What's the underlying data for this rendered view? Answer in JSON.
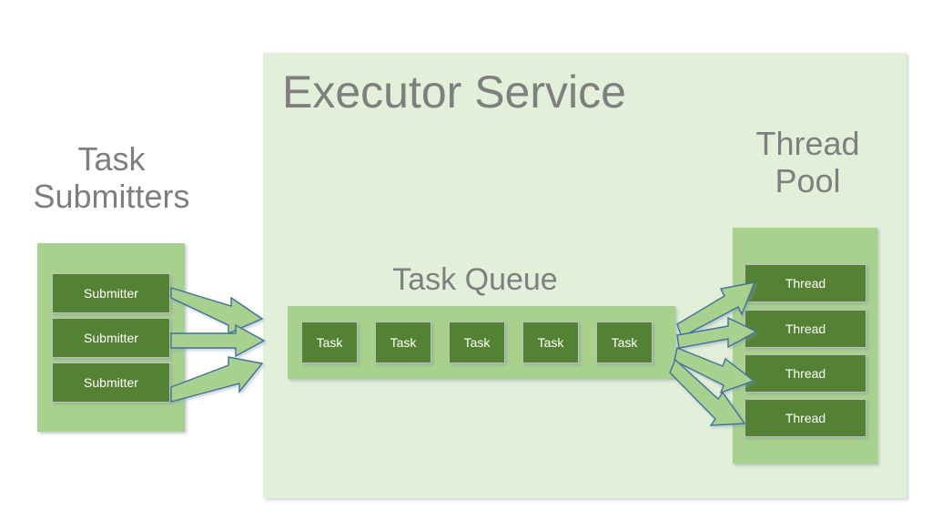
{
  "diagram": {
    "title": "Executor Service",
    "background_color": "#FFFFFF",
    "panel_color": "#E2EFD9",
    "container_color": "#A9D18E",
    "item_color": "#548235",
    "title_color": "#7F7F7F",
    "item_text_color": "#FFFFFF",
    "arrow_fill": "#A9D18E",
    "arrow_stroke": "#41719C"
  },
  "submitters": {
    "title_line1": "Task",
    "title_line2": "Submitters",
    "items": [
      {
        "label": "Submitter"
      },
      {
        "label": "Submitter"
      },
      {
        "label": "Submitter"
      }
    ]
  },
  "queue": {
    "title": "Task Queue",
    "items": [
      {
        "label": "Task"
      },
      {
        "label": "Task"
      },
      {
        "label": "Task"
      },
      {
        "label": "Task"
      },
      {
        "label": "Task"
      }
    ]
  },
  "thread_pool": {
    "title_line1": "Thread",
    "title_line2": "Pool",
    "items": [
      {
        "label": "Thread"
      },
      {
        "label": "Thread"
      },
      {
        "label": "Thread"
      },
      {
        "label": "Thread"
      }
    ]
  }
}
